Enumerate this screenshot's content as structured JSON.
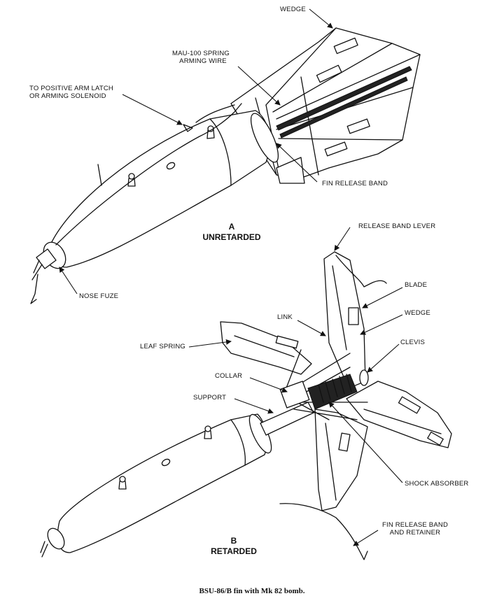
{
  "figure_a": {
    "letter": "A",
    "caption": "UNRETARDED",
    "labels": {
      "wedge": "WEDGE",
      "arming_wire_1": "MAU-100 SPRING",
      "arming_wire_2": "ARMING WIRE",
      "arm_latch_1": "TO POSITIVE ARM LATCH",
      "arm_latch_2": "OR ARMING SOLENOID",
      "fin_release_band": "FIN RELEASE BAND",
      "nose_fuze": "NOSE FUZE"
    }
  },
  "figure_b": {
    "letter": "B",
    "caption": "RETARDED",
    "labels": {
      "release_band_lever": "RELEASE BAND LEVER",
      "blade": "BLADE",
      "link": "LINK",
      "wedge": "WEDGE",
      "clevis": "CLEVIS",
      "leaf_spring": "LEAF SPRING",
      "collar": "COLLAR",
      "support": "SUPPORT",
      "shock_absorber": "SHOCK ABSORBER",
      "fin_release_band_1": "FIN RELEASE BAND",
      "fin_release_band_2": "AND RETAINER"
    }
  },
  "caption": "BSU-86/B fin with Mk 82 bomb."
}
